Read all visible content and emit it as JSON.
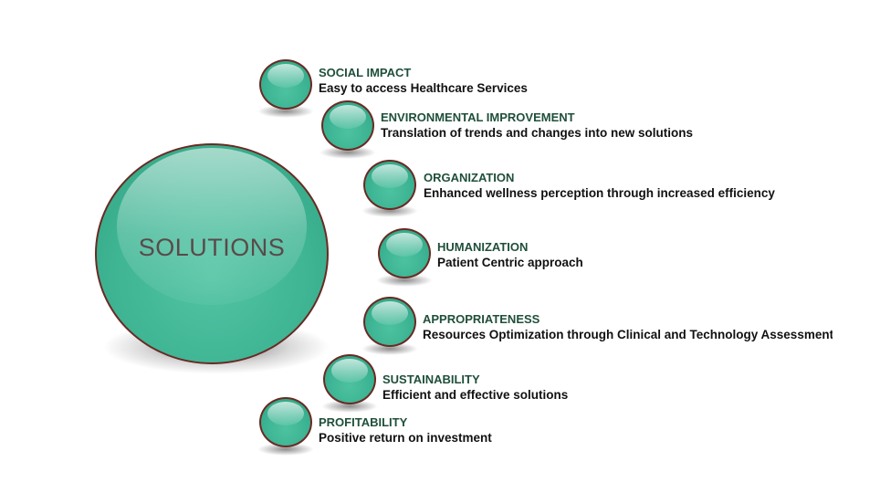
{
  "center": {
    "label": "SOLUTIONS"
  },
  "items": [
    {
      "title": "SOCIAL IMPACT",
      "desc": "Easy to access Healthcare Services"
    },
    {
      "title": "ENVIRONMENTAL IMPROVEMENT",
      "desc": "Translation of trends and changes into new solutions"
    },
    {
      "title": "ORGANIZATION",
      "desc": "Enhanced wellness perception through increased efficiency"
    },
    {
      "title": "HUMANIZATION",
      "desc": "Patient Centric approach"
    },
    {
      "title": "APPROPRIATENESS",
      "desc": "Resources Optimization through Clinical and Technology Assessment"
    },
    {
      "title": "SUSTAINABILITY",
      "desc": "Efficient and effective solutions"
    },
    {
      "title": "PROFITABILITY",
      "desc": "Positive return on investment"
    }
  ],
  "colors": {
    "orb": "#3fb594",
    "outline": "#6a2a24",
    "title_text": "#1f4f3a",
    "desc_text": "#111111"
  }
}
